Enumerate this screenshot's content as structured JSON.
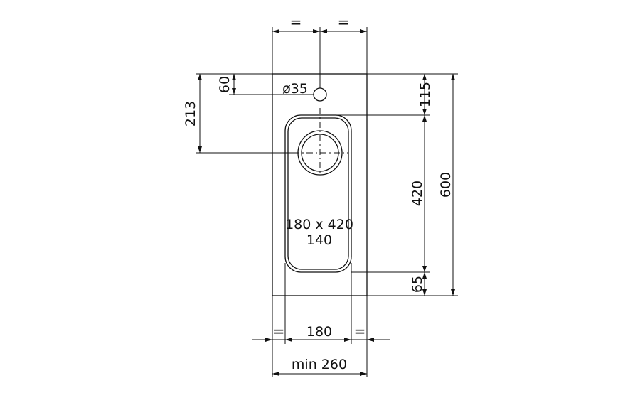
{
  "labels": {
    "eq_top_left": "=",
    "eq_top_right": "=",
    "eq_bottom_left": "=",
    "eq_bottom_right": "=",
    "hole_diameter": "ø35",
    "dim_60": "60",
    "dim_213": "213",
    "dim_115": "115",
    "dim_420": "420",
    "dim_600": "600",
    "dim_65": "65",
    "dim_180": "180",
    "dim_min_260": "min 260",
    "bowl_size": "180 x 420",
    "bowl_depth": "140"
  }
}
